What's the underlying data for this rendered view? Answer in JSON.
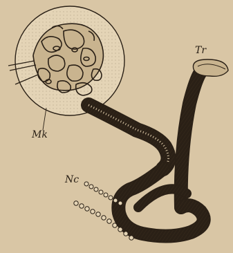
{
  "labels": {
    "mk": "Mk",
    "tr": "Tr",
    "nc": "Nc"
  },
  "colors": {
    "paper": "#d9c6a5",
    "ink": "#2a2016"
  }
}
